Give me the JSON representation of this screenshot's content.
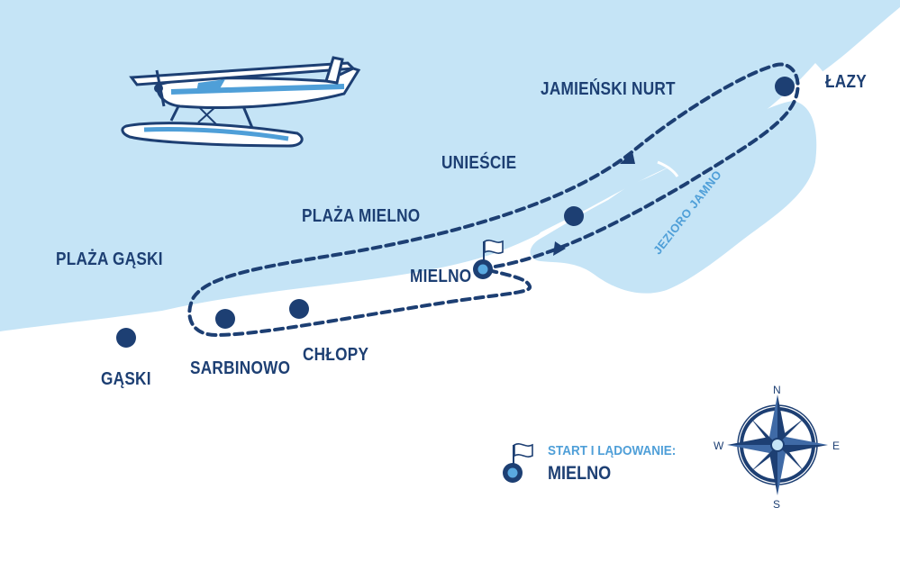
{
  "colors": {
    "sea": "#c5e4f6",
    "land": "#ffffff",
    "lake": "#c5e4f6",
    "route": "#1d3f73",
    "marker": "#1d3f73",
    "marker_start_inner": "#5aa9e0",
    "lake_label": "#4f9fd8"
  },
  "places": {
    "lazy": "ŁAZY",
    "jamienski_nurt": "JAMIEŃSKI NURT",
    "uniescie": "UNIEŚCIE",
    "plaza_mielno": "PLAŻA MIELNO",
    "plaza_gaski": "PLAŻA GĄSKI",
    "mielno": "MIELNO",
    "gaski": "GĄSKI",
    "sarbinowo": "SARBINOWO",
    "chlopy": "CHŁOPY"
  },
  "lake": {
    "name": "JEZIORO JAMNO"
  },
  "legend": {
    "title": "START I LĄDOWANIE:",
    "value": "MIELNO",
    "icon": "flag-start-marker-icon"
  },
  "compass": {
    "n": "N",
    "e": "E",
    "s": "S",
    "w": "W"
  },
  "icons": {
    "seaplane": "seaplane-icon",
    "start_flag": "flag-icon",
    "compass": "compass-rose-icon"
  }
}
